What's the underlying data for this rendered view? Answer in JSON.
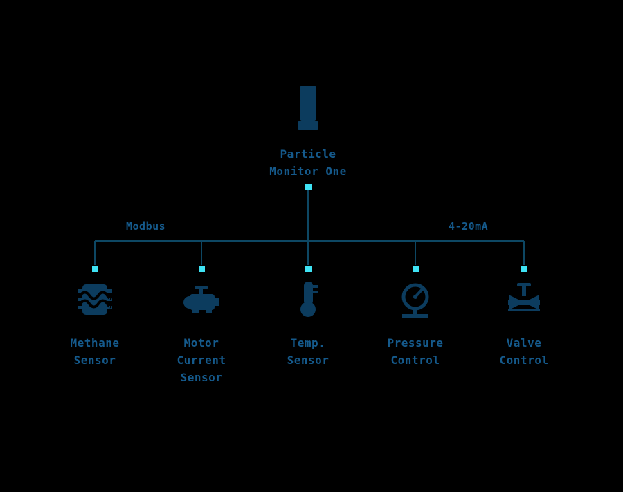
{
  "root": {
    "label": "Particle\nMonitor One"
  },
  "bus": {
    "left_label": "Modbus",
    "right_label": "4-20mA"
  },
  "nodes": [
    {
      "label": "Methane\nSensor"
    },
    {
      "label": "Motor\nCurrent\nSensor"
    },
    {
      "label": "Temp.\nSensor"
    },
    {
      "label": "Pressure\nControl"
    },
    {
      "label": "Valve\nControl"
    }
  ],
  "colors": {
    "background": "#000000",
    "icon": "#0c3c5e",
    "text": "#155a8c",
    "line": "#0d4763",
    "connector": "#3fe3f4"
  }
}
